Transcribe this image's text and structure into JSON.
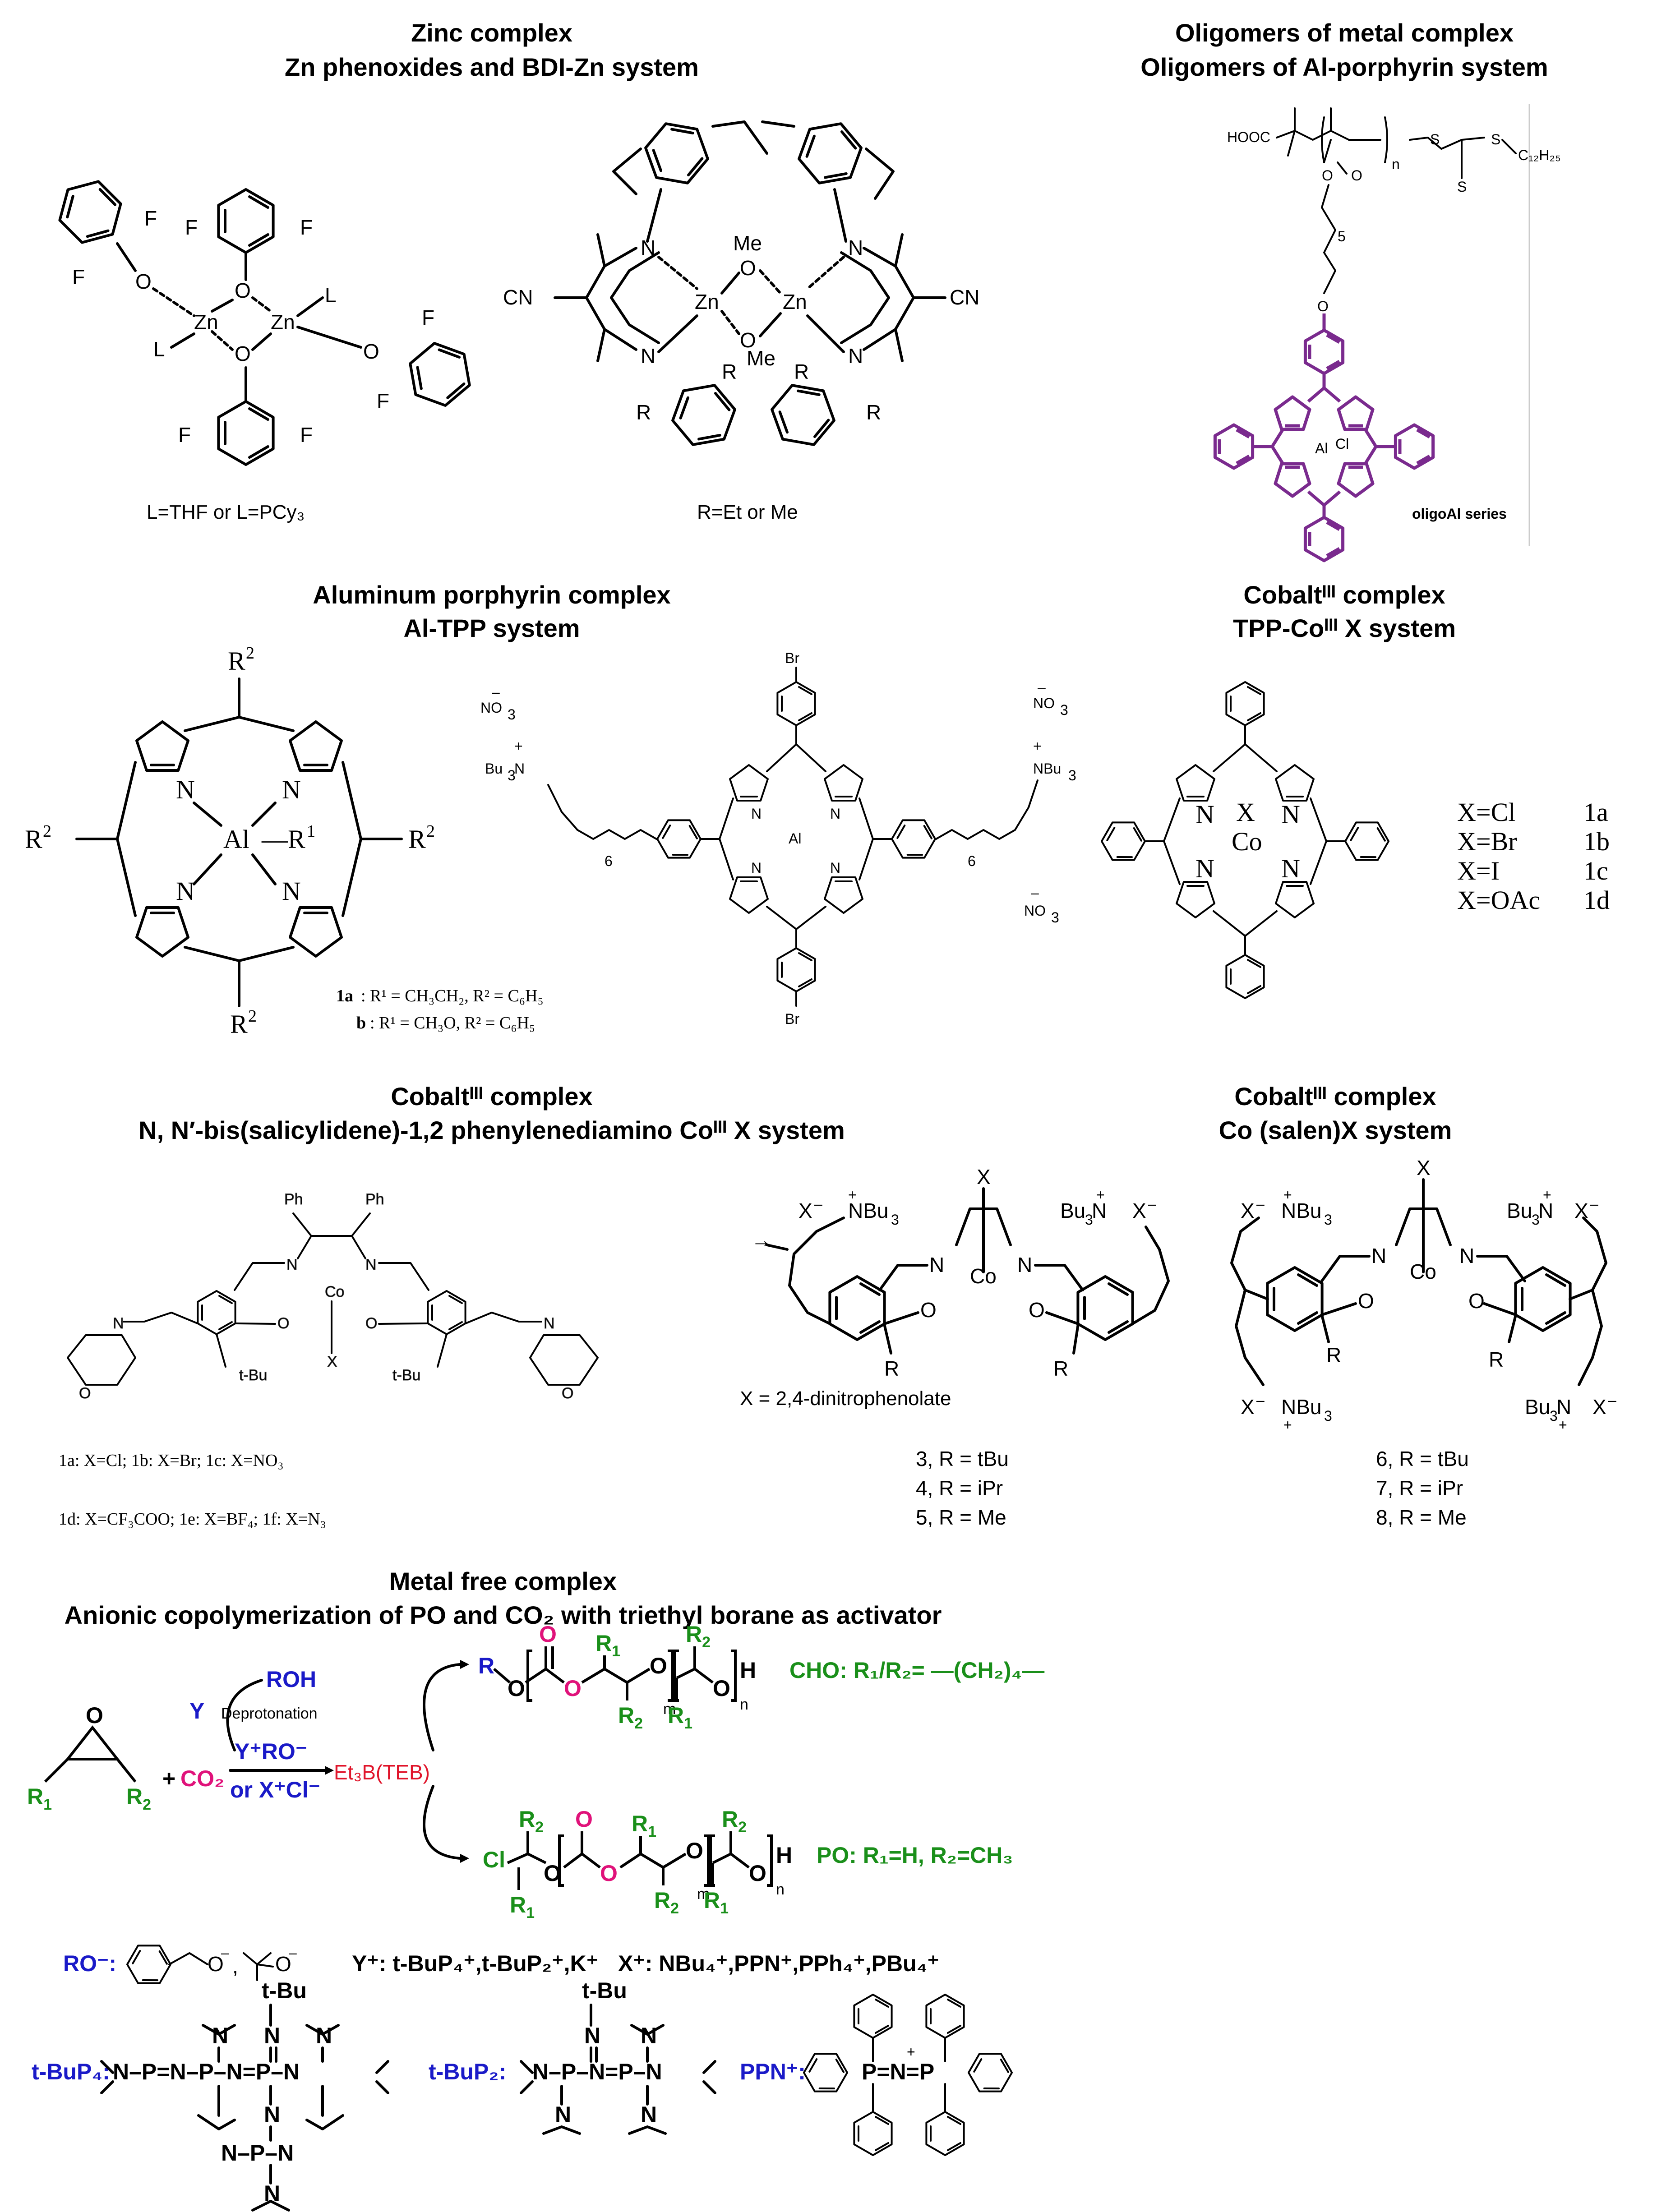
{
  "sections": {
    "zinc": {
      "title1": "Zinc complex",
      "title2": "Zn phenoxides and BDI-Zn system",
      "caption1": "L=THF or  L=PCy₃",
      "caption2": "R=Et or Me"
    },
    "oligo": {
      "title1": "Oligomers of metal complex",
      "title2": "Oligomers of Al-porphyrin system",
      "series_label": "oligoAl series"
    },
    "alpor": {
      "title1": "Aluminum porphyrin complex",
      "title2": "Al-TPP system",
      "line_a_num": "1a",
      "line_a": ": R¹ = CH₃CH₂, R² = C₆H₅",
      "line_b_num": "b",
      "line_b": ": R¹ = CH₃O, R² = C₆H₅"
    },
    "cotpp": {
      "title1": "Cobaltᴵᴵᴵ complex",
      "title2": "TPP-Coᴵᴵᴵ X system",
      "table": [
        [
          "X=Cl",
          "1a"
        ],
        [
          "X=Br",
          "1b"
        ],
        [
          "X=I",
          "1c"
        ],
        [
          "X=OAc",
          "1d"
        ]
      ]
    },
    "cosal1": {
      "title1": "Cobaltᴵᴵᴵ complex",
      "title2": "N, N′-bis(salicylidene)-1,2 phenylenediamino Coᴵᴵᴵ X system",
      "line1": "1a:  X=Cl; 1b:  X=Br; 1c:  X=NO₃",
      "line2": "1d:  X=CF₃COO; 1e:  X=BF₄; 1f: X=N₃"
    },
    "cosalen": {
      "title1": "Cobaltᴵᴵᴵ complex",
      "title2": "Co (salen)X system",
      "x_note": "X = 2,4-dinitrophenolate",
      "list_a": [
        "3, R = tBu",
        "4, R = iPr",
        "5, R = Me"
      ],
      "list_b": [
        "6, R = tBu",
        "7, R = iPr",
        "8, R = Me"
      ]
    },
    "metalfree": {
      "title1": "Metal free complex",
      "title2": "Anionic copolymerization of PO and CO₂ with triethyl borane as activator",
      "roh": "ROH",
      "y": "Y",
      "deprot": "Deprotonation",
      "yro": "Y⁺RO⁻",
      "orx": "or X⁺Cl⁻",
      "co2": "CO₂",
      "teb": "Et₃B(TEB)",
      "cho": "CHO: R₁/R₂= —(CH₂)₄—",
      "po": "PO: R₁=H, R₂=CH₃",
      "ro_label": "RO⁻:",
      "y_label": "Y⁺: t-BuP₄⁺,t-BuP₂⁺,K⁺",
      "x_label": "X⁺: NBu₄⁺,PPN⁺,PPh₄⁺,PBu₄⁺",
      "tbup4": "t-BuP₄:",
      "tbup2": "t-BuP₂:",
      "ppn": "PPN⁺:"
    }
  }
}
